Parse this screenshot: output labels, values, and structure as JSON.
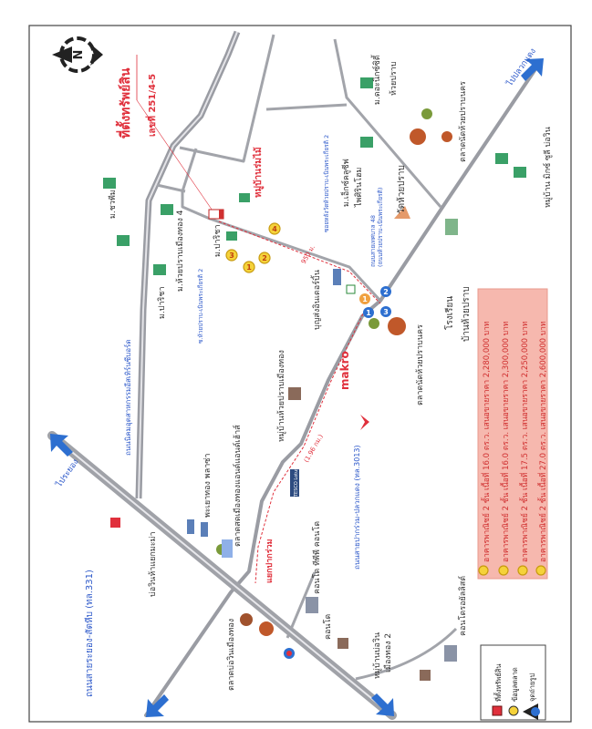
{
  "title": "ที่ตั้งทรัพย์สิน",
  "address": "เลขที่ 251/4-5",
  "compass": "N",
  "distances": {
    "soi": "950 ม.",
    "road": "(1.96 กม.)"
  },
  "directions": {
    "rayong": "ไประยอง",
    "pluak_daeng": "ไปปลวกแดง"
  },
  "roads": {
    "hw331": "ถนนสายระยอง-สัตหีบ (ทล.331)",
    "hw3013": "ถนนสายปากร่วม-ปลวกแดง (ทล.3013)",
    "eastern_seaboard": "ถนนนิคมอุตสาหกรรมอีสเทิร์นซีบอร์ด",
    "soi_huaiprap": "ซ.ห้วยปราบ-เนินพระเกียรติ 2",
    "soi_wat": "ซอยหลังวัดห้วยปราบ-เนินพระเกียรติ 2",
    "tessaban48_a": "ถนนสายเทศบาล 48",
    "tessaban48_b": "(ถนนห้วยปราบ-เนินพระเกียรติ)"
  },
  "places": {
    "rommai": "หมู่บ้านร่มไม้",
    "parichat1": "ม.ปาริชา",
    "parichat2": "ม.ปาริชา",
    "muangthong4": "ม.ห้วยปราบเมืองทอง 4",
    "chawaphim": "ม.ชวพีม",
    "exclusive_a": "ม.เอ็กซ์คลูซีฟ",
    "exclusive_b": "ไพศิรินโฮม",
    "daenix_a": "ม.ดอะนิกซ์ซิตี้",
    "daenix_b": "ห้วยปราบ",
    "wat": "วัดห้วยปราบ",
    "school_a": "โรงเรียน",
    "school_b": "บ้านห้วยปราบ",
    "market_nakhon": "ตลาดนัดห้วยปราบนคร",
    "market_nakhon2": "ตลาดนัดห้วยปราบนคร",
    "mix_village": "หมู่บ้าน มิกซ์ ซูลี บ่อวิน",
    "boonsong": "บุญส่งอินเตอร์บิ้น",
    "huaiprap_village": "หมู่บ้านห้วยปราบเมืองทอง",
    "makro": "makro",
    "tesco": "TESCO Lotus",
    "condo_tpp": "คอนโด ทีพีพี คอนโด",
    "paeyang": "พะเยาทอง พลาซ่า",
    "fresh_market": "ตลาดสดเมืองทองแอนด์แอนด์เฮ้าส์",
    "bowin_junction": "บ่อวินห้าแยกมะม่า",
    "pakruam": "แยกปากร่วม",
    "bowin_market": "ตลาดบ่อวินเมืองทอง",
    "condo": "คอนโด",
    "bowin_village_a": "หมู่บ้านบ่อวิน",
    "bowin_village_b": "เมืองทอง 2",
    "condo_royal": "คอนโดรอยัลลิสต์"
  },
  "price_list": [
    {
      "no": "1",
      "text": "อาคารพาณิชย์ 2 ชั้น เนื้อที่ 16.0 ตร.ว. เสนอขายราคา 2,280,000 บาท"
    },
    {
      "no": "2",
      "text": "อาคารพาณิชย์ 2 ชั้น เนื้อที่ 16.0 ตร.ว. เสนอขายราคา 2,300,000 บาท"
    },
    {
      "no": "3",
      "text": "อาคารพาณิชย์ 2 ชั้น เนื้อที่ 17.5 ตร.ว. เสนอขายราคา 2,250,000 บาท"
    },
    {
      "no": "4",
      "text": "อาคารพาณิชย์ 2 ชั้น เนื้อที่ 27.0 ตร.ว. เสนอขายราคา 2,600,000 บาท"
    }
  ],
  "photo_points": [
    "1",
    "2",
    "3"
  ],
  "market_marker": "1",
  "legend": {
    "property": "ที่ตั้งทรัพย์สิน",
    "market_data": "ข้อมูลตลาด",
    "photo_point": "จุดถ่ายรูป"
  },
  "colors": {
    "accent_red": "#e0303c",
    "road_blue": "#2b57c9",
    "price_box": "#f6b8ae",
    "marker_yellow": "#f5d23a",
    "marker_blue": "#2d6fd0"
  }
}
